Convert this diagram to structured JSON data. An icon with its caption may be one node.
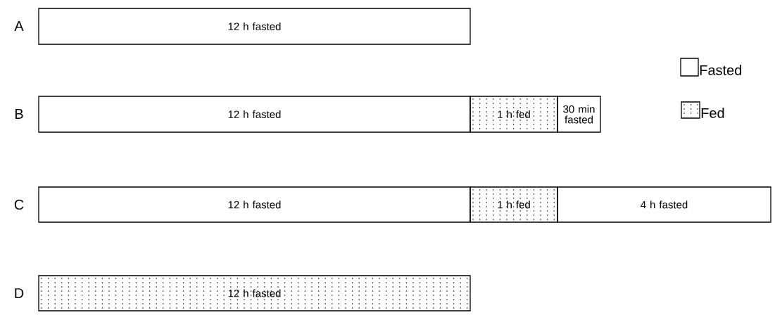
{
  "diagram": {
    "nodes": [
      {
        "text": [
          "12 h fasted"
        ]
      },
      {
        "text": [
          "12 h fasted"
        ]
      },
      {
        "text": [
          "1 h fed"
        ]
      },
      {
        "text": [
          "30 min fasted"
        ]
      },
      {
        "text": [
          "12 h fasted"
        ]
      },
      {
        "text": [
          "1 h fed"
        ]
      },
      {
        "text": [
          "4 h fasted"
        ]
      },
      {
        "text": [
          "12 h fasted"
        ]
      }
    ],
    "edges": [],
    "labels": [
      "A",
      "B",
      "C",
      "D"
    ],
    "legend": [
      {
        "text": "Fasted"
      },
      {
        "text": "Fed"
      }
    ]
  }
}
